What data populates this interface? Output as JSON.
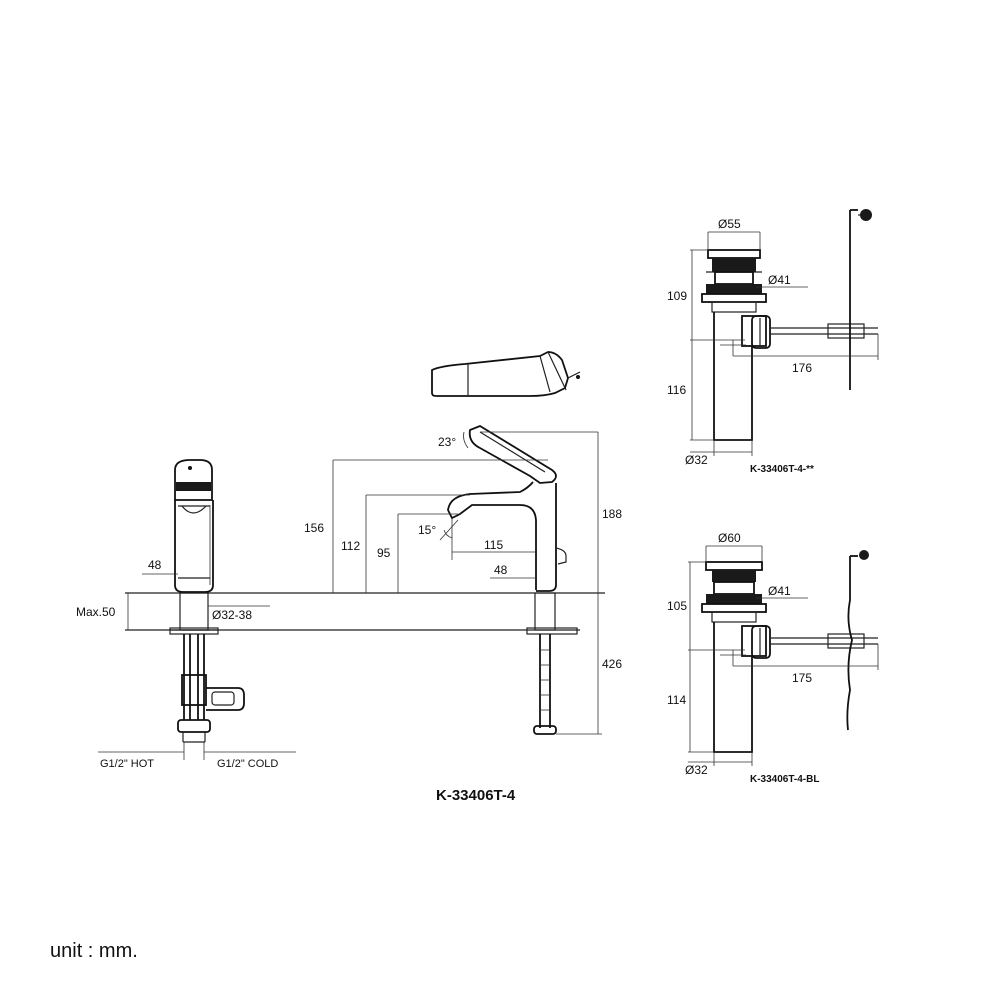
{
  "main_view": {
    "model": "K-33406T-4",
    "dims": {
      "d48_left": "48",
      "max50": "Max.50",
      "dia32_38": "Ø32-38",
      "d156": "156",
      "d112": "112",
      "d95": "95",
      "angle15": "15°",
      "d115": "115",
      "d48_right": "48",
      "angle23": "23°",
      "d188": "188",
      "d426": "426"
    },
    "connections": {
      "hot": "G1/2\" HOT",
      "cold": "G1/2\" COLD"
    }
  },
  "drain_top": {
    "model": "K-33406T-4-**",
    "dims": {
      "dia55": "Ø55",
      "dia41": "Ø41",
      "d109": "109",
      "d116": "116",
      "d176": "176",
      "dia32": "Ø32"
    }
  },
  "drain_bottom": {
    "model": "K-33406T-4-BL",
    "dims": {
      "dia60": "Ø60",
      "dia41": "Ø41",
      "d105": "105",
      "d114": "114",
      "d175": "175",
      "dia32": "Ø32"
    }
  },
  "footer": {
    "unit_note": "unit : mm."
  }
}
